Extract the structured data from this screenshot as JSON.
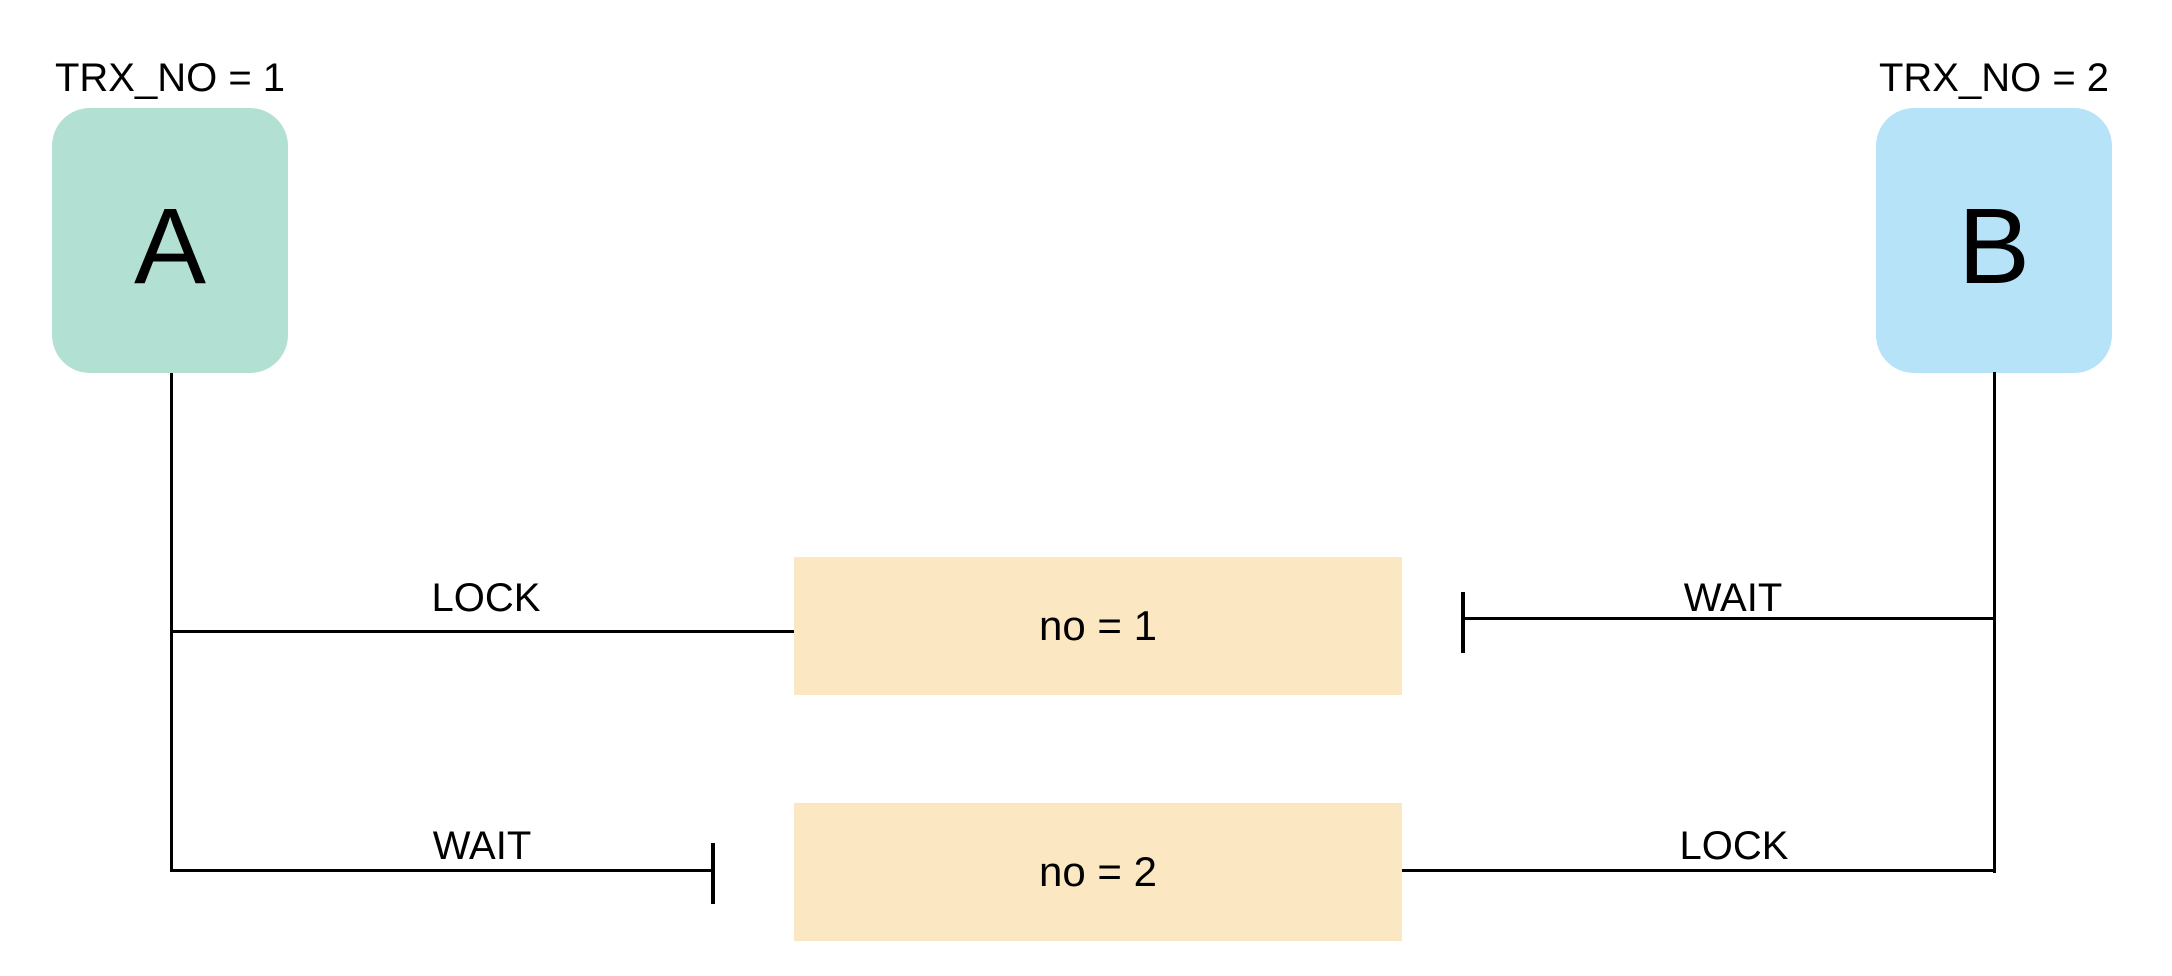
{
  "colors": {
    "background": "#ffffff",
    "line": "#000000",
    "text": "#000000",
    "transaction_a_fill": "#b2e0d2",
    "transaction_b_fill": "#b6e3f8",
    "resource_fill": "#fbe8c2"
  },
  "transactions": [
    {
      "title": "TRX_NO = 1",
      "letter": "A"
    },
    {
      "title": "TRX_NO = 2",
      "letter": "B"
    }
  ],
  "resources": [
    {
      "label": "no = 1"
    },
    {
      "label": "no = 2"
    }
  ],
  "edges": [
    {
      "from": "A",
      "to": "no = 1",
      "label": "LOCK",
      "blocked": false
    },
    {
      "from": "B",
      "to": "no = 1",
      "label": "WAIT",
      "blocked": true
    },
    {
      "from": "A",
      "to": "no = 2",
      "label": "WAIT",
      "blocked": true
    },
    {
      "from": "B",
      "to": "no = 2",
      "label": "LOCK",
      "blocked": false
    }
  ]
}
